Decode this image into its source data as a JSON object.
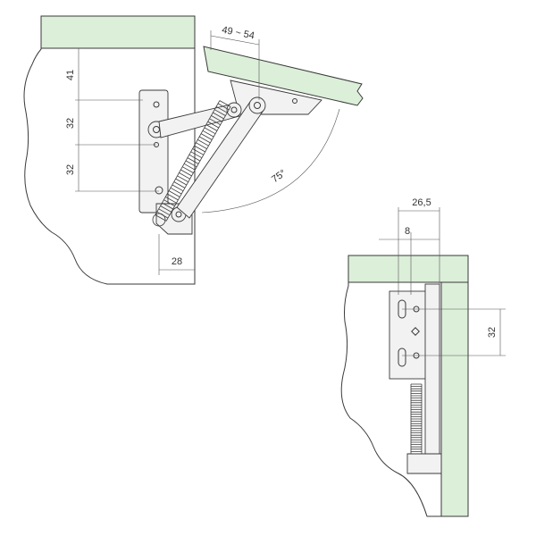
{
  "colors": {
    "panel": "#dcefd9",
    "line": "#3a3a3a"
  },
  "dimensions": {
    "hinge_range": "49 ~ 54",
    "vert_41": "41",
    "vert_32_a": "32",
    "vert_32_b": "32",
    "angle": "75°",
    "bottom_28": "28",
    "side_26_5": "26,5",
    "side_8": "8",
    "side_32": "32"
  }
}
